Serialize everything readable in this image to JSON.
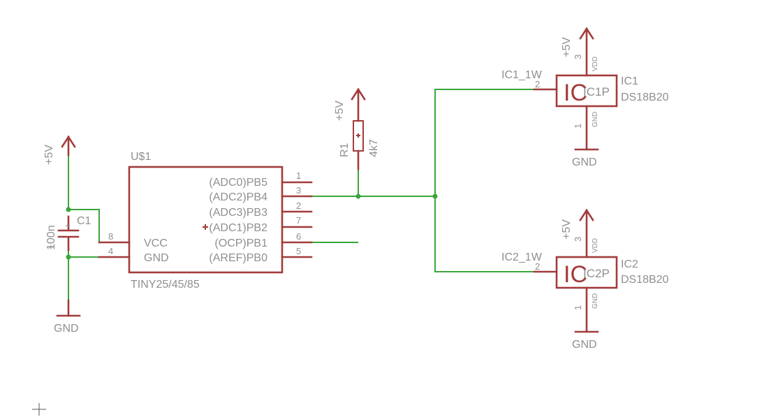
{
  "power": {
    "plus5v": "+5V",
    "gnd": "GND"
  },
  "c1": {
    "name": "C1",
    "value": "100n",
    "plus_mark": "+"
  },
  "u1": {
    "name": "U$1",
    "part": "TINY25/45/85",
    "left_pins": [
      {
        "num": "8",
        "label": "VCC"
      },
      {
        "num": "4",
        "label": "GND"
      }
    ],
    "right_pins": [
      {
        "num": "1",
        "label": "(ADC0)PB5"
      },
      {
        "num": "3",
        "label": "(ADC2)PB4"
      },
      {
        "num": "2",
        "label": "(ADC3)PB3"
      },
      {
        "num": "7",
        "label": "(ADC1)PB2"
      },
      {
        "num": "6",
        "label": "(OCP)PB1"
      },
      {
        "num": "5",
        "label": "(AREF)PB0"
      }
    ]
  },
  "r1": {
    "name": "R1",
    "value": "4k7"
  },
  "ic1": {
    "name": "IC1",
    "part": "DS18B20",
    "gate": "IC1_1W",
    "power_gate": "IC1P",
    "glyph": "IC",
    "pin_dq": "2",
    "pin_vdd": "3",
    "pin_gnd": "1",
    "vdd_label": "VDD",
    "gnd_label": "GND"
  },
  "ic2": {
    "name": "IC2",
    "part": "DS18B20",
    "gate": "IC2_1W",
    "power_gate": "IC2P",
    "glyph": "IC",
    "pin_dq": "2",
    "pin_vdd": "3",
    "pin_gnd": "1",
    "vdd_label": "VDD",
    "gnd_label": "GND"
  },
  "colors": {
    "symbol": "#a23b3b",
    "wire": "#3aa53a",
    "text": "#8f8f8f"
  }
}
